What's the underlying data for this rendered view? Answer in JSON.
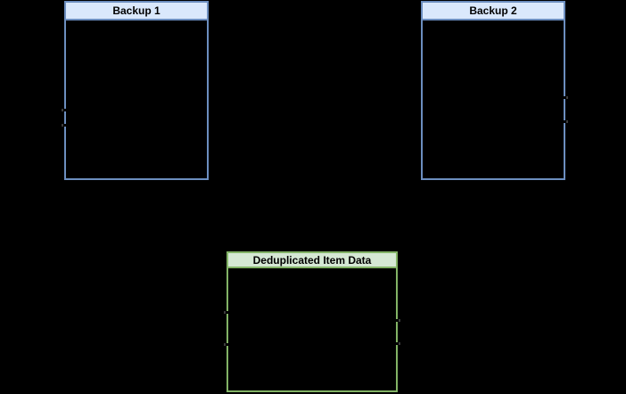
{
  "diagram": {
    "background": "#000000",
    "text_color": "#000000",
    "nodes": {
      "backup1": {
        "title": "Backup 1",
        "fill": "#dae8fc",
        "stroke": "#6c8ebf"
      },
      "backup2": {
        "title": "Backup 2",
        "fill": "#dae8fc",
        "stroke": "#6c8ebf"
      },
      "dedup": {
        "title": "Deduplicated Item Data",
        "fill": "#d5e8d4",
        "stroke": "#82b366"
      }
    }
  }
}
